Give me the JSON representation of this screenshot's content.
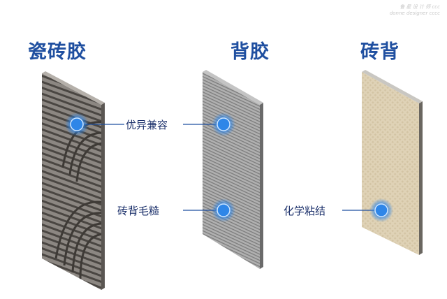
{
  "watermark": {
    "line1": "鲁 星 设 计 师 ccc",
    "line2": "donne designer cccc"
  },
  "panels": [
    {
      "title": "瓷砖胶",
      "color": "#8a8580"
    },
    {
      "title": "背胶",
      "color": "#a8a8a8"
    },
    {
      "title": "砖背",
      "color": "#ddd0b4"
    }
  ],
  "labels": {
    "compatibility": "优异兼容",
    "rough_back": "砖背毛糙",
    "chemical_bond": "化学粘结"
  },
  "colors": {
    "title": "#1f4fa0",
    "dot": "#2e86e8",
    "line": "#1f4fa0"
  }
}
